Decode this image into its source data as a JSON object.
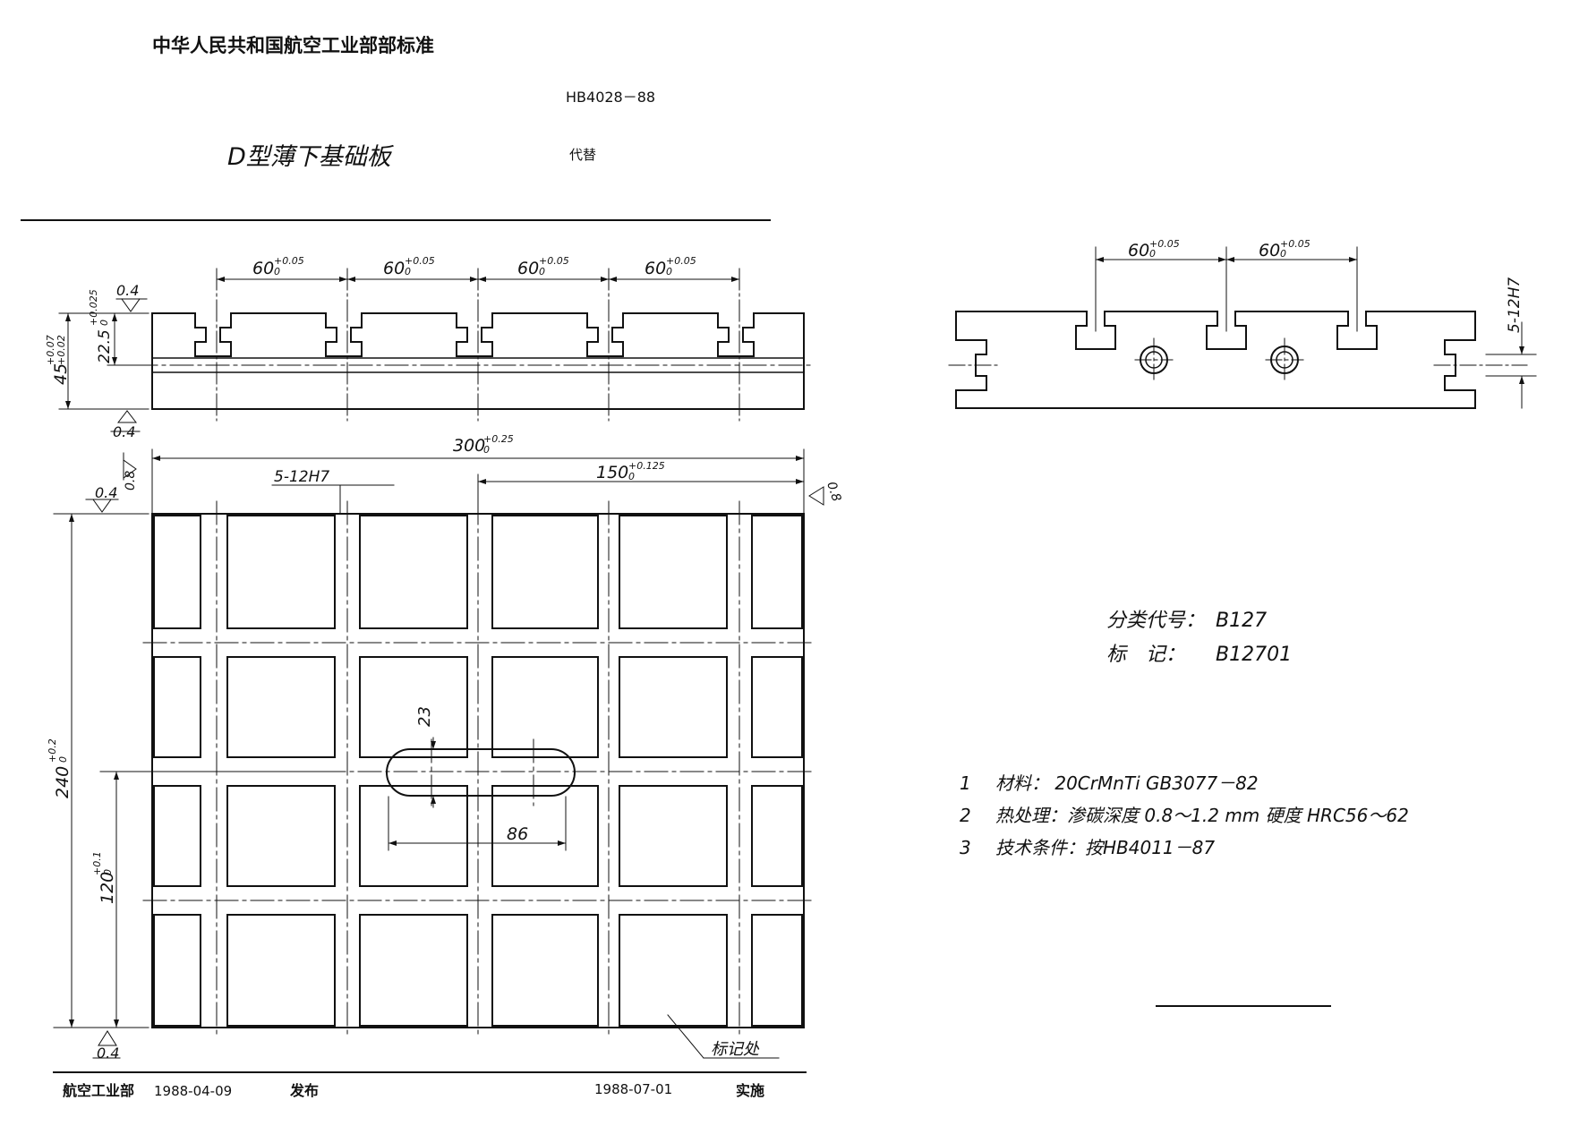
{
  "header": {
    "org_standard": "中华人民共和国航空工业部部标准",
    "std_number": "HB4028－88",
    "title": "D型薄下基础板",
    "replaces": "代替"
  },
  "dimensions": {
    "pitch": "60",
    "tol_upper": "+0.05",
    "tol_lower": "0",
    "height": "45",
    "height_tol_upper": "+0.07",
    "height_tol_lower": "+0.02",
    "slot_depth": "22.5",
    "slot_tol_upper": "+0.025",
    "slot_tol_lower": "0",
    "length": "300",
    "length_tol_upper": "+0.25",
    "length_tol_lower": "0",
    "half_length": "150",
    "half_length_tol_upper": "+0.125",
    "half_length_tol_lower": "0",
    "width": "240",
    "width_tol_upper": "+0.2",
    "width_tol_lower": "0",
    "half_width": "120",
    "half_width_tol_upper": "+0.1",
    "half_width_tol_lower": "0",
    "hole_spec": "5-12H7",
    "slot_width": "23",
    "slot_length": "86"
  },
  "roughness": {
    "r04": "0.4",
    "r08": "0.8"
  },
  "marking_label": "标记处",
  "classification": {
    "code_label": "分类代号：",
    "code_value": "B127",
    "mark_label": "标　记：",
    "mark_value": "B12701"
  },
  "notes": [
    {
      "num": "1",
      "text": "材料：  20CrMnTi   GB3077－82"
    },
    {
      "num": "2",
      "text": "热处理：渗碳深度 0.8～1.2 mm 硬度 HRC56～62"
    },
    {
      "num": "3",
      "text": "技术条件：按HB4011－87"
    }
  ],
  "footer": {
    "issuer": "航空工业部",
    "issue_date": "1988-04-09",
    "issue_word": "发布",
    "effective_date": "1988-07-01",
    "effective_word": "实施"
  }
}
